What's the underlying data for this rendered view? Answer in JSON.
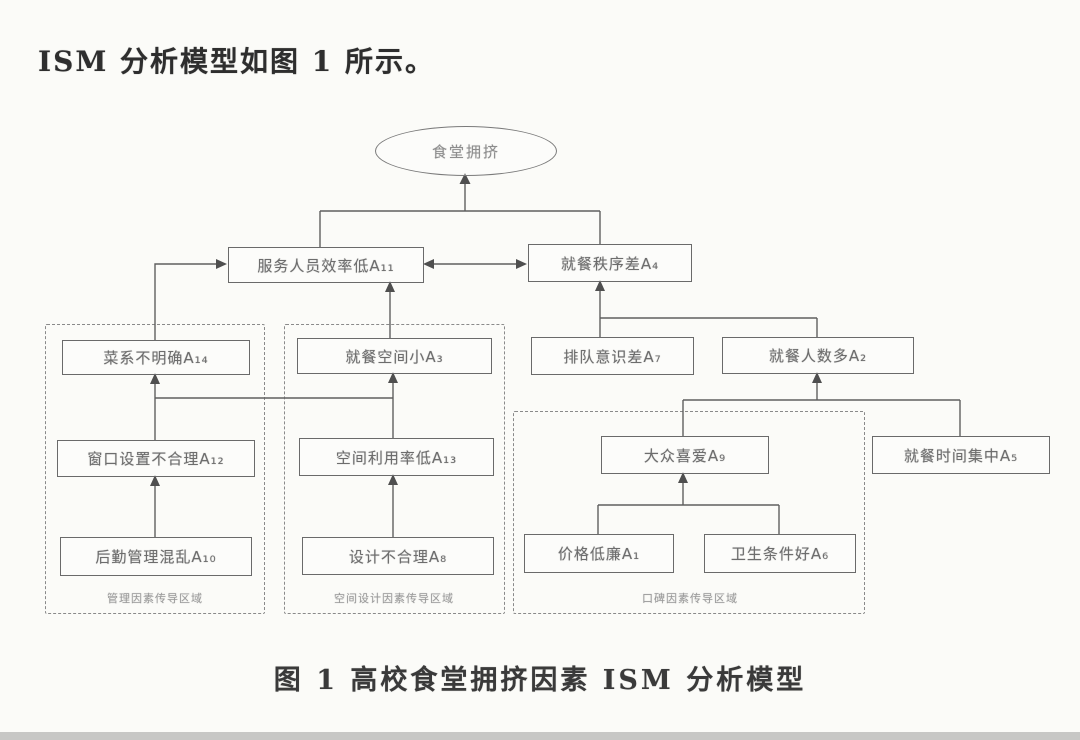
{
  "page": {
    "heading": "ISM 分析模型如图 1 所示。",
    "caption": "图 1 高校食堂拥挤因素 ISM 分析模型"
  },
  "diagram": {
    "root": {
      "label": "食堂拥挤"
    },
    "nodes": [
      {
        "id": "A11",
        "label": "服务人员效率低A₁₁"
      },
      {
        "id": "A4",
        "label": "就餐秩序差A₄"
      },
      {
        "id": "A14",
        "label": "菜系不明确A₁₄"
      },
      {
        "id": "A3",
        "label": "就餐空间小A₃"
      },
      {
        "id": "A7",
        "label": "排队意识差A₇"
      },
      {
        "id": "A2",
        "label": "就餐人数多A₂"
      },
      {
        "id": "A12",
        "label": "窗口设置不合理A₁₂"
      },
      {
        "id": "A13",
        "label": "空间利用率低A₁₃"
      },
      {
        "id": "A9",
        "label": "大众喜爱A₉"
      },
      {
        "id": "A5",
        "label": "就餐时间集中A₅"
      },
      {
        "id": "A10",
        "label": "后勤管理混乱A₁₀"
      },
      {
        "id": "A8",
        "label": "设计不合理A₈"
      },
      {
        "id": "A1",
        "label": "价格低廉A₁"
      },
      {
        "id": "A6",
        "label": "卫生条件好A₆"
      }
    ],
    "regions": [
      {
        "label": "管理因素传导区域"
      },
      {
        "label": "空间设计因素传导区域"
      },
      {
        "label": "口碑因素传导区域"
      }
    ]
  }
}
